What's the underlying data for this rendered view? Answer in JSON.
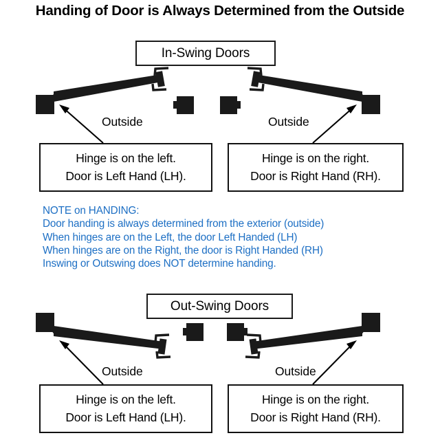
{
  "title": "Handing of Door is Always Determined from the Outside",
  "sections": {
    "inswing": {
      "header": "In-Swing Doors",
      "outside_left": "Outside",
      "outside_right": "Outside",
      "caption_left": {
        "line1": "Hinge is on the left.",
        "line2": "Door is Left Hand (LH)."
      },
      "caption_right": {
        "line1": "Hinge is on the right.",
        "line2": "Door is Right Hand (RH)."
      }
    },
    "outswing": {
      "header": "Out-Swing Doors",
      "outside_left": "Outside",
      "outside_right": "Outside",
      "caption_left": {
        "line1": "Hinge is on the left.",
        "line2": "Door is Left Hand (LH)."
      },
      "caption_right": {
        "line1": "Hinge is on the right.",
        "line2": "Door is Right Hand (RH)."
      }
    }
  },
  "note": {
    "heading": "NOTE on HANDING:",
    "line1": "Door handing is always determined from the exterior (outside)",
    "line2": "When hinges are on the Left, the door Left Handed (LH)",
    "line3": "When hinges are on the Right, the door is Right Handed (RH)",
    "line4": "Inswing or Outswing does NOT determine handing."
  },
  "colors": {
    "note_blue": "#1d6fc4",
    "ink": "#111111",
    "door_fill": "#1a1a1a",
    "background": "#ffffff"
  }
}
